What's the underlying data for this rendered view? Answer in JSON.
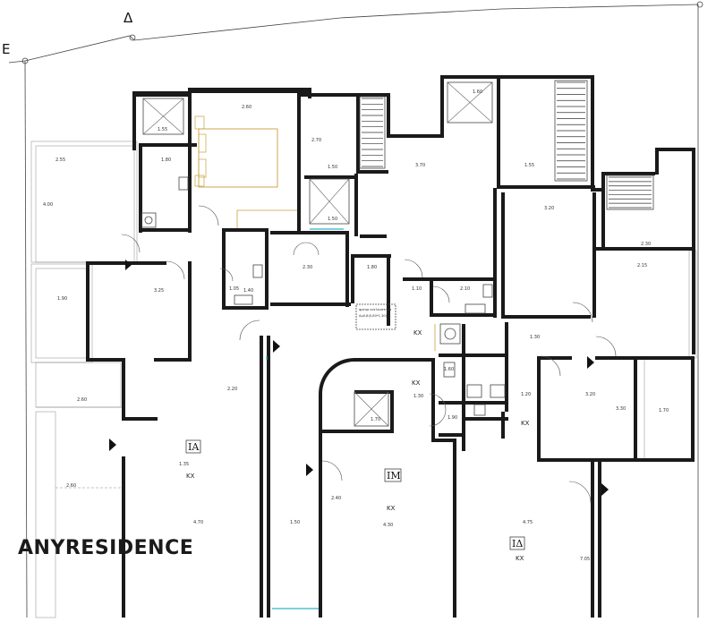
{
  "survey_points": {
    "delta": "Δ",
    "epsilon": "E"
  },
  "units": {
    "left": "ΙΑ",
    "middle": "ΙΜ",
    "right": "ΙΔ"
  },
  "kx_label": "KX",
  "note": [
    "φρεαρ ανελκυστηρα",
    "Αμ0,8(0,80*1,30)"
  ],
  "dimensions": [
    {
      "id": "d1",
      "text": "2.60"
    },
    {
      "id": "d2",
      "text": "1.55"
    },
    {
      "id": "d3",
      "text": "2.70"
    },
    {
      "id": "d4",
      "text": "1.80"
    },
    {
      "id": "d5",
      "text": "2.55"
    },
    {
      "id": "d6",
      "text": "4.00"
    },
    {
      "id": "d7",
      "text": "1.50"
    },
    {
      "id": "d8",
      "text": "1.50"
    },
    {
      "id": "d9",
      "text": "3.70"
    },
    {
      "id": "d10",
      "text": "1.60"
    },
    {
      "id": "d11",
      "text": "1.55"
    },
    {
      "id": "d12",
      "text": "3.20"
    },
    {
      "id": "d13",
      "text": "2.30"
    },
    {
      "id": "d14",
      "text": "2.15"
    },
    {
      "id": "d15",
      "text": "3.25"
    },
    {
      "id": "d16",
      "text": "1.90"
    },
    {
      "id": "d17",
      "text": "2.30"
    },
    {
      "id": "d18",
      "text": "1.40"
    },
    {
      "id": "d19",
      "text": "2.60"
    },
    {
      "id": "d20",
      "text": "1.80"
    },
    {
      "id": "d21",
      "text": "2.10"
    },
    {
      "id": "d22",
      "text": "1.10"
    },
    {
      "id": "d23",
      "text": "1.05"
    },
    {
      "id": "d24",
      "text": "2.60"
    },
    {
      "id": "d25",
      "text": "3.20"
    },
    {
      "id": "d26",
      "text": "3.30"
    },
    {
      "id": "d27",
      "text": "1.60"
    },
    {
      "id": "d28",
      "text": "1.70"
    },
    {
      "id": "d29",
      "text": "4.70"
    },
    {
      "id": "d30",
      "text": "4.30"
    },
    {
      "id": "d31",
      "text": "4.75"
    },
    {
      "id": "d32",
      "text": "1.30"
    },
    {
      "id": "d33",
      "text": "1.50"
    },
    {
      "id": "d34",
      "text": "1.20"
    },
    {
      "id": "d35",
      "text": "1.90"
    },
    {
      "id": "d36",
      "text": "2.20"
    },
    {
      "id": "d37",
      "text": "1.35"
    },
    {
      "id": "d38",
      "text": "1.70"
    },
    {
      "id": "d39",
      "text": "7.05"
    },
    {
      "id": "d40",
      "text": "1.30"
    },
    {
      "id": "d41",
      "text": "2.40"
    }
  ],
  "watermark": "ANYRESIDENCE",
  "colors": {
    "wall": "#1a1a1a",
    "bed": "#c8a03c",
    "door_frame": "#2bb3c6"
  }
}
